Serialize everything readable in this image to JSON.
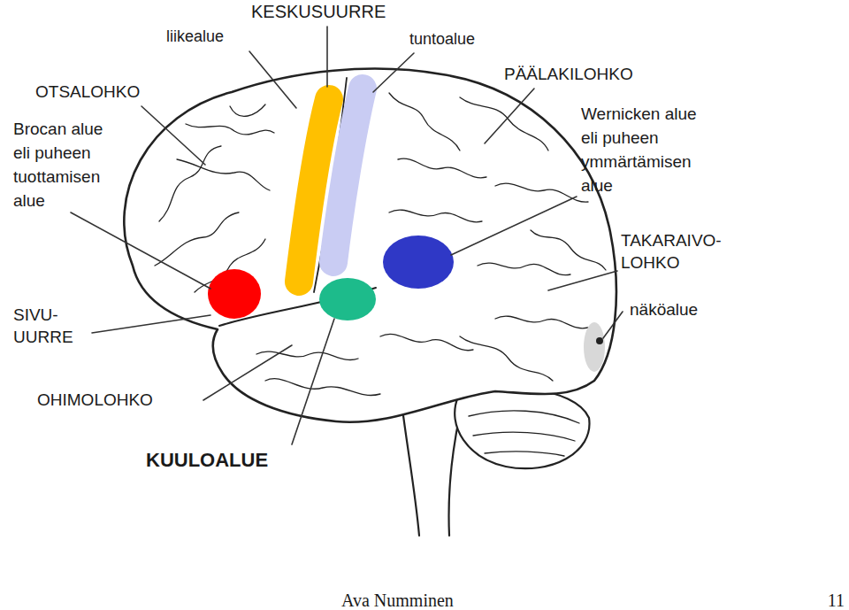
{
  "diagram": {
    "labels": [
      "KESKUSUURRE",
      "liikealue",
      "tuntoalue",
      "OTSALOHKO",
      "PÄÄLAKILOHKO",
      "Brocan alue eli puheen tuottamisen alue",
      "Wernicken alue eli puheen ymmärtämisen alue",
      "TAKARAIVO-LOHKO",
      "näköalue",
      "SIVU-UURRE",
      "OHIMOLOHKO",
      "KUULOALUE",
      "Ava Numminen",
      "11"
    ]
  }
}
